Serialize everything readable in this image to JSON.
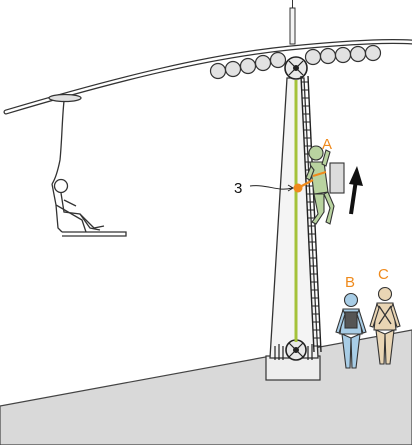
{
  "labels": {
    "worker_climbing": "A",
    "worker_standing_1": "B",
    "worker_standing_2": "C",
    "callout": "3"
  },
  "colors": {
    "accent_orange": "#ef8a1c",
    "lifeline_green": "#a4c23a",
    "worker_a_fill": "#b9d3a0",
    "worker_b_fill": "#a8cde6",
    "worker_c_fill": "#e9d5b4",
    "ground_fill": "#d9d9d9",
    "tower_fill": "#f2f2f2",
    "line_dark": "#222222"
  },
  "icons": {
    "direction_arrow": "up-arrow-icon"
  }
}
